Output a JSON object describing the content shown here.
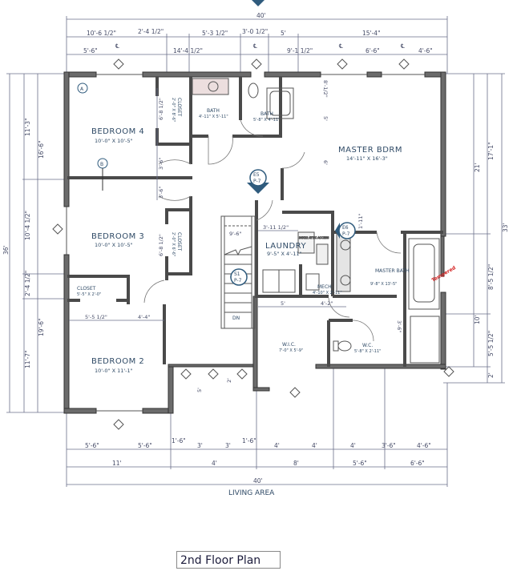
{
  "plan_title": "2nd Floor Plan",
  "bottom_label": "LIVING AREA",
  "top_dimensions": {
    "overall": "40'",
    "row2": [
      "10'-6 1/2\"",
      "2'-4 1/2\"",
      "5'-3 1/2\"",
      "3'-0 1/2\"",
      "5'",
      "15'-4\""
    ],
    "row3": [
      "5'-6\"",
      "14'-4 1/2\"",
      "9'-1 1/2\"",
      "6'-6\"",
      "4'-6\""
    ]
  },
  "bottom_dimensions": {
    "row1": [
      "5'-6\"",
      "5'-6\"",
      "1'-6\"",
      "3'",
      "3'",
      "1'-6\"",
      "4'",
      "4'",
      "4'",
      "3'-6\"",
      "4'-6\""
    ],
    "row2": [
      "11'",
      "4'",
      "8'",
      "5'-6\"",
      "6'-6\""
    ],
    "overall": "40'"
  },
  "left_dimensions": {
    "overall": "36'",
    "inner": [
      "11'-3\"",
      "10'-4 1/2\"",
      "2'-4 1/2\"",
      "11'-7\""
    ],
    "outer": [
      "16'-6\"",
      "19'-6\""
    ]
  },
  "right_dimensions": {
    "overall": "33'",
    "inner": [
      "21'",
      "10'"
    ],
    "outer": [
      "17'-1\"",
      "8'-5 1/2\"",
      "5'-5 1/2\"",
      "2'"
    ],
    "stamp": "Tempered"
  },
  "rooms": [
    {
      "name": "BEDROOM 4",
      "size": "10'-0\" X 10'-5\""
    },
    {
      "name": "BEDROOM 3",
      "size": "10'-0\" X 10'-5\""
    },
    {
      "name": "BEDROOM 2",
      "size": "10'-0\" X 11'-1\""
    },
    {
      "name": "CLOSET",
      "size": "2'-0\" X 8'-6\""
    },
    {
      "name": "CLOSET",
      "size": "2'-0\" X 6'-6\""
    },
    {
      "name": "CLOSET",
      "size": "5'-5\" X 2'-0\""
    },
    {
      "name": "BATH",
      "size": "4'-11\" X 5'-11\""
    },
    {
      "name": "BATH",
      "size": "5'-8\" X 4'-11\""
    },
    {
      "name": "MASTER BDRM",
      "size": "14'-11\" X 16'-3\""
    },
    {
      "name": "LAUNDRY",
      "size": "9'-5\" X 4'-11\""
    },
    {
      "name": "MECH",
      "size": "4'-10\" X 2'-11\""
    },
    {
      "name": "MASTER BATH",
      "size": "9'-8\" X 13'-5\""
    },
    {
      "name": "W.I.C.",
      "size": "7'-0\" X 5'-9\""
    },
    {
      "name": "W.C.",
      "size": "5'-8\" X 2'-11\""
    }
  ],
  "interior_dimensions": [
    "6'-8 1/2\"",
    "3'-6\"",
    "3'-6\"",
    "6'-8 1/2\"",
    "5'-5 1/2\"",
    "4'-4\"",
    "9'-6\"",
    "3'-11 1/2\"",
    "5'",
    "4'-2\"",
    "8'-1/2\"",
    "5'",
    "6'",
    "1'-11\"",
    "3'-6\"",
    "5'",
    "2'"
  ],
  "grid_markers": [
    "A",
    "B"
  ],
  "section_markers": [
    {
      "id": "E5",
      "sheet": "P-7"
    },
    {
      "id": "E6",
      "sheet": "P-7"
    },
    {
      "id": "S1",
      "sheet": "P-7"
    }
  ],
  "annotations": {
    "stairs": "DN",
    "attic": "30X22 ATTIC ACCESS",
    "centerline": "℄"
  }
}
